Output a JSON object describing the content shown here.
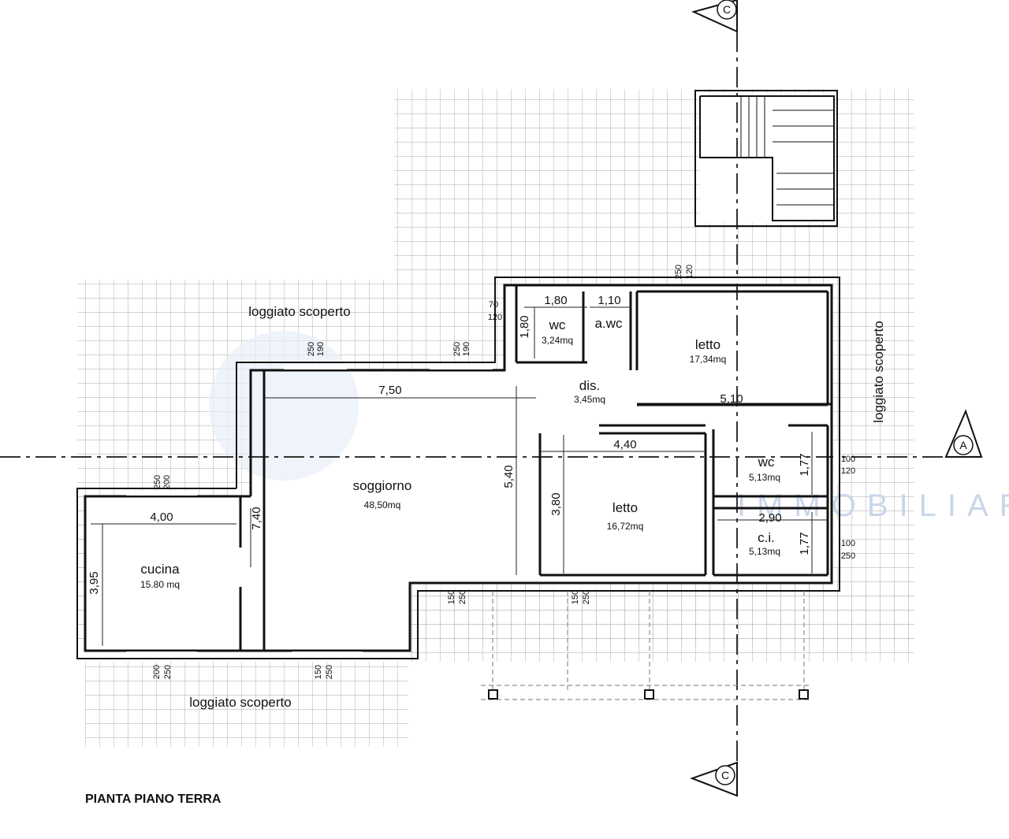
{
  "title": "PIANTA PIANO TERRA",
  "watermark": "IMMOBILIARE",
  "sections": {
    "a": "A",
    "c_top": "C",
    "c_bottom": "C"
  },
  "rooms": {
    "soggiorno": {
      "name": "soggiorno",
      "area": "48,50mq"
    },
    "cucina": {
      "name": "cucina",
      "area": "15.80 mq"
    },
    "letto1": {
      "name": "letto",
      "area": "17,34mq"
    },
    "letto2": {
      "name": "letto",
      "area": "16,72mq"
    },
    "wc1": {
      "name": "wc",
      "area": "3,24mq"
    },
    "awc": {
      "name": "a.wc"
    },
    "dis": {
      "name": "dis.",
      "area": "3,45mq"
    },
    "wc2": {
      "name": "wc",
      "area": "5,13mq"
    },
    "ci": {
      "name": "c.i.",
      "area": "5,13mq"
    }
  },
  "terraces": {
    "top_left": "loggiato scoperto",
    "right": "loggiato scoperto",
    "bottom": "loggiato scoperto"
  },
  "dimensions": {
    "d_750": "7,50",
    "d_540": "5,40",
    "d_740": "7,40",
    "d_400": "4,00",
    "d_395": "3,95",
    "d_440": "4,40",
    "d_380": "3,80",
    "d_510": "5,10",
    "d_180a": "1,80",
    "d_180b": "1,80",
    "d_110": "1,10",
    "d_177a": "1,77",
    "d_177b": "1,77",
    "d_290": "2,90"
  },
  "openings": {
    "o1_top": "190",
    "o1_bot": "250",
    "o2_top": "190",
    "o2_bot": "250",
    "o3_top": "250",
    "o3_bot": "120",
    "o4_top": "70",
    "o4_bot": "120",
    "o5_top": "200",
    "o5_bot": "250",
    "o6_top": "150",
    "o6_bot": "250",
    "o7_top": "150",
    "o7_bot": "250",
    "o8_top": "200",
    "o8_bot": "250",
    "o9_top": "150",
    "o9_bot": "250",
    "o10_top": "100",
    "o10_bot": "120",
    "o11_top": "100",
    "o11_bot": "250"
  }
}
